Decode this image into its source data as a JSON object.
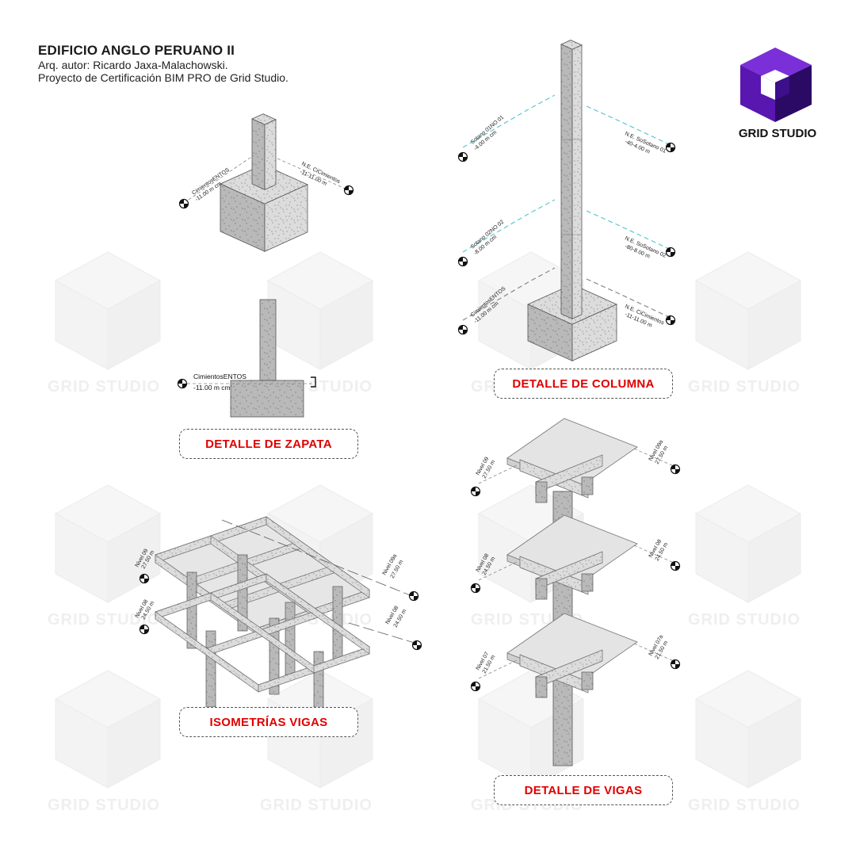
{
  "header": {
    "title": "EDIFICIO ANGLO PERUANO II",
    "author": "Arq. autor: Ricardo Jaxa-Malachowski.",
    "project": "Proyecto de Certificación BIM PRO de Grid Studio."
  },
  "logo": {
    "brand": "GRID STUDIO",
    "colors": {
      "top": "#7b2fd8",
      "left": "#5a16b0",
      "right": "#2b0a66"
    }
  },
  "watermark": {
    "text": "GRID STUDIO"
  },
  "labels": {
    "zapata": "DETALLE DE ZAPATA",
    "columna": "DETALLE DE COLUMNA",
    "isometrias": "ISOMETRÍAS VIGAS",
    "vigas": "DETALLE DE VIGAS"
  },
  "zapata": {
    "iso": {
      "left_name": "CimientosENTOS",
      "left_elev": "-11.00 m cm",
      "right_name": "N.E. CiCimientos",
      "right_elev": "-11-11.00 m"
    },
    "section": {
      "name": "CimientosENTOS",
      "elev": "-11.00 m cm"
    }
  },
  "columna": {
    "levels": [
      {
        "left_name": "Sotano 01NO 01",
        "left_elev": "-4.00 m cm",
        "right_name": "N.E. SoSotano 01",
        "right_elev": "-40-4.00 m"
      },
      {
        "left_name": "Sotano 02NO 02",
        "left_elev": "-8.00 m cm",
        "right_name": "N.E. SoSotano 02",
        "right_elev": "-80-8.00 m"
      },
      {
        "left_name": "CimientosENTOS",
        "left_elev": "-11.00 m cm",
        "right_name": "N.E. CiCimientos",
        "right_elev": "-11-11.00 m"
      }
    ]
  },
  "isometrias": {
    "left": [
      {
        "name": "Nivel 09",
        "elev": "27.50 m"
      },
      {
        "name": "Nivel 08",
        "elev": "24.50 m"
      }
    ],
    "right": [
      {
        "name": "Nivel 09a",
        "elev": "27.50 m"
      },
      {
        "name": "Nivel 08",
        "elev": "24.50 m"
      }
    ]
  },
  "vigas": {
    "left": [
      {
        "name": "Nivel 09",
        "elev": "27.50 m"
      },
      {
        "name": "Nivel 08",
        "elev": "24.50 m"
      },
      {
        "name": "Nivel 07",
        "elev": "21.50 m"
      }
    ],
    "right": [
      {
        "name": "Nivel 09a",
        "elev": "27.50 m"
      },
      {
        "name": "Nivel 08",
        "elev": "24.50 m"
      },
      {
        "name": "Nivel 07a",
        "elev": "21.50 m"
      }
    ]
  },
  "colors": {
    "concrete": "#dcdcdc",
    "concrete_dark": "#b9b9b9",
    "concrete_mid": "#cfcfcf",
    "level_line_cyan": "#5cc8d0",
    "label_red": "#e00000"
  }
}
